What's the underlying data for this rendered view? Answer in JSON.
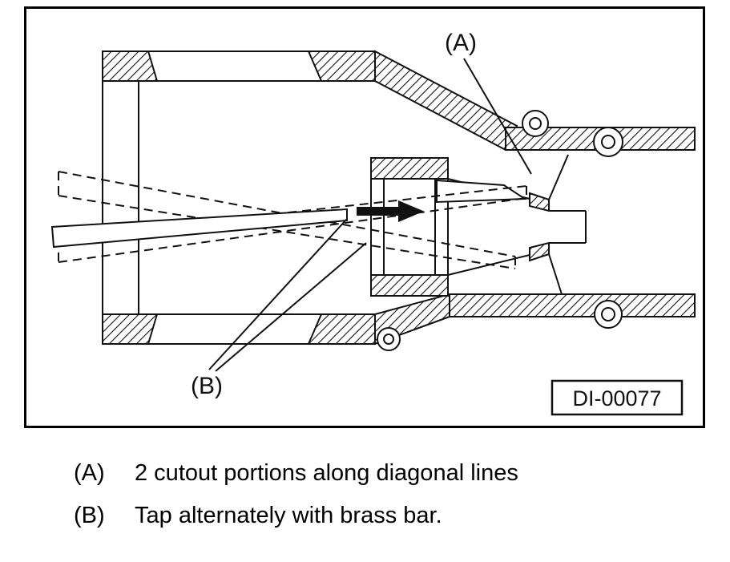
{
  "figure": {
    "label_a": "(A)",
    "label_b": "(B)",
    "figure_id": "DI-00077"
  },
  "legend": {
    "items": [
      {
        "key": "(A)",
        "text": "2 cutout portions along diagonal lines"
      },
      {
        "key": "(B)",
        "text": "Tap alternately with brass bar."
      }
    ]
  }
}
